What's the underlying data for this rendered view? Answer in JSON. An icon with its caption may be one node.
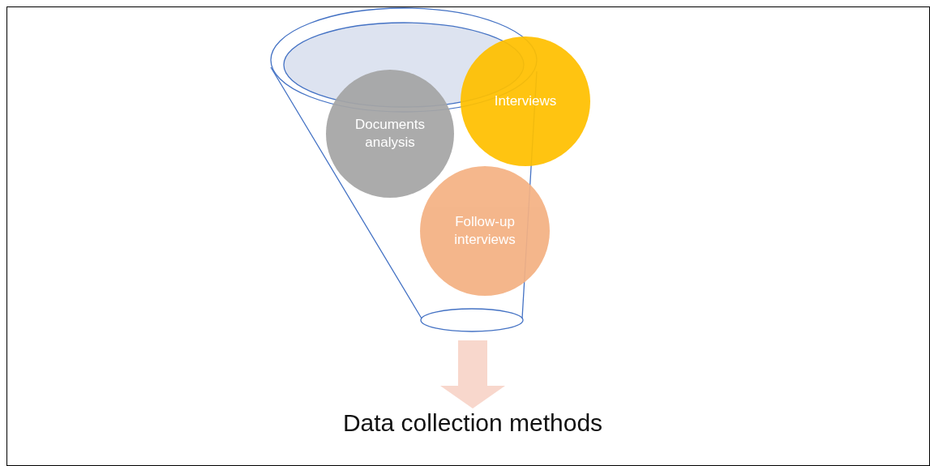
{
  "diagram": {
    "nodes": [
      {
        "text": [],
        "shape": "funnel"
      },
      {
        "text": [
          "Documents analysis"
        ],
        "in": 0
      },
      {
        "text": [
          "Interviews"
        ]
      },
      {
        "text": [
          "Follow-up interviews"
        ],
        "in": 0
      },
      {
        "text": [
          "Data collection methods"
        ]
      }
    ],
    "edges": [
      {
        "from": 0,
        "to": 4,
        "arrow": "to"
      }
    ]
  }
}
